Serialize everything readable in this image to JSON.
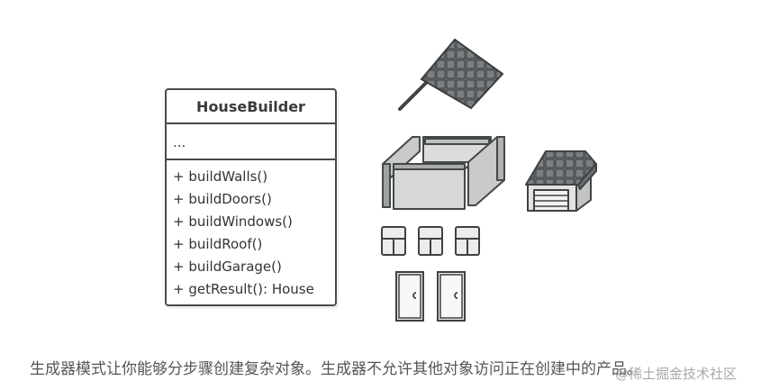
{
  "class_box": {
    "title": "HouseBuilder",
    "fields": "...",
    "methods": [
      "+ buildWalls()",
      "+ buildDoors()",
      "+ buildWindows()",
      "+ buildRoof()",
      "+ buildGarage()",
      "+ getResult(): House"
    ]
  },
  "caption": "生成器模式让你能够分步骤创建复杂对象。生成器不允许其他对象访问正在创建中的产品。",
  "watermark": "@稀土掘金技术社区",
  "colors": {
    "outline": "#4a4a4a",
    "wall_fill": "#d5d6d3",
    "roof_tile": "#6b6e70",
    "background": "#ffffff"
  }
}
